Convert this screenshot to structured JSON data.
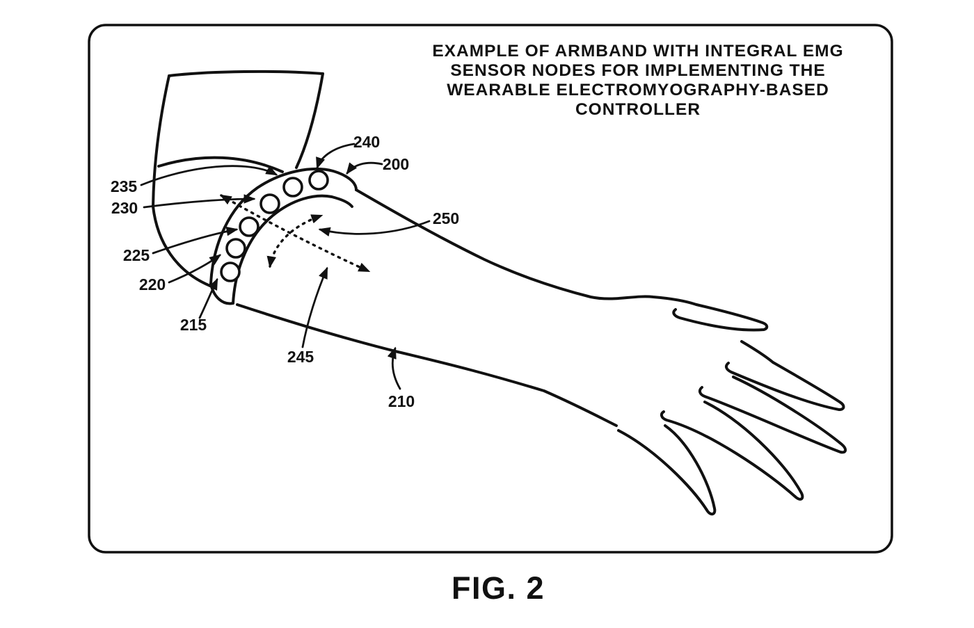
{
  "figure": {
    "kind": "patent-line-drawing",
    "caption": "FIG. 2",
    "title_lines": [
      "EXAMPLE OF ARMBAND WITH INTEGRAL EMG",
      "SENSOR NODES FOR IMPLEMENTING THE",
      "WEARABLE ELECTROMYOGRAPHY-BASED",
      "CONTROLLER"
    ],
    "reference_labels": [
      {
        "ref": "240"
      },
      {
        "ref": "200"
      },
      {
        "ref": "235"
      },
      {
        "ref": "230"
      },
      {
        "ref": "250"
      },
      {
        "ref": "225"
      },
      {
        "ref": "220"
      },
      {
        "ref": "215"
      },
      {
        "ref": "245"
      },
      {
        "ref": "210"
      }
    ],
    "colors": {
      "line": "#111111",
      "background": "#ffffff"
    }
  }
}
